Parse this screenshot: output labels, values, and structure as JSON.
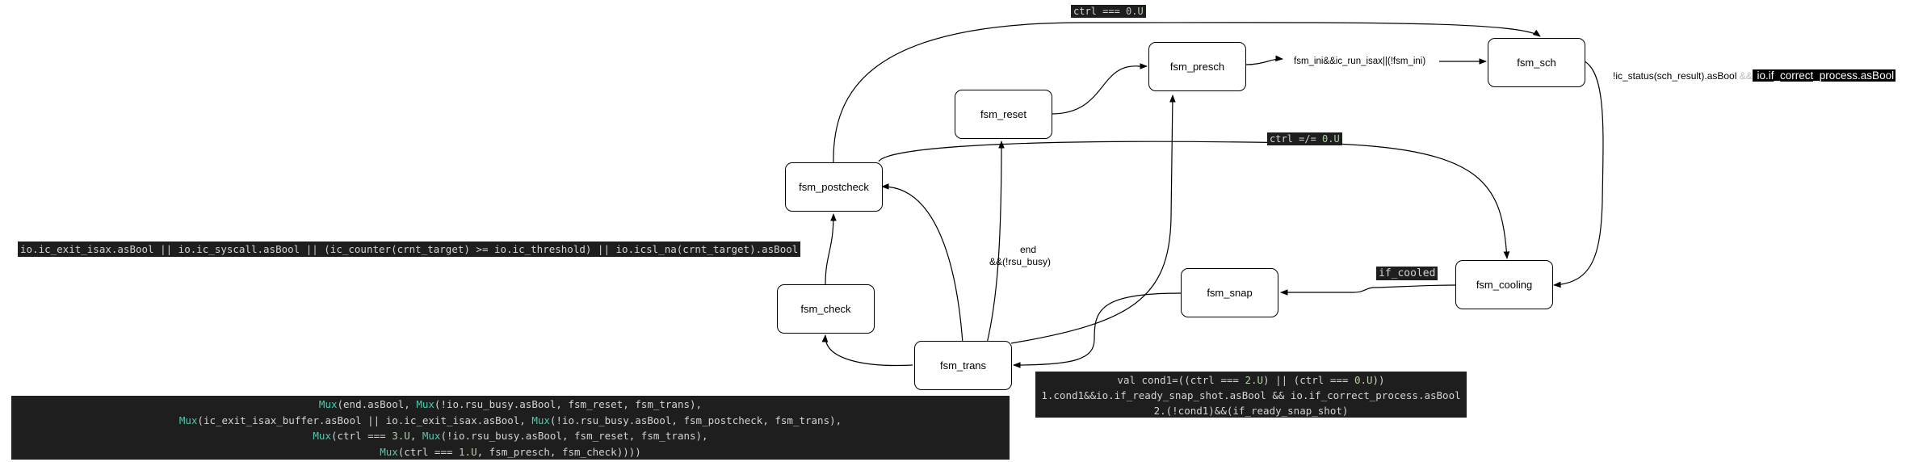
{
  "nodes": {
    "presch": "fsm_presch",
    "sch": "fsm_sch",
    "reset": "fsm_reset",
    "postcheck": "fsm_postcheck",
    "check": "fsm_check",
    "trans": "fsm_trans",
    "snap": "fsm_snap",
    "cooling": "fsm_cooling"
  },
  "edge_labels": {
    "ctrl_eq_0": {
      "pre": "ctrl === ",
      "num": "0.U"
    },
    "ctrl_ne_0": {
      "pre": "ctrl =/= ",
      "num": "0.U"
    },
    "presch_to_sch": "fsm_ini&&ic_run_isax||(!fsm_ini)",
    "sch_status_a": "!ic_status(sch_result).asBool ",
    "sch_status_b": "&&",
    "sch_status_c": " io.if_correct_process.asBool",
    "end_line1": "end",
    "end_line2": "&&(!rsu_busy)",
    "if_cooled": "if_cooled",
    "check_cond": "io.ic_exit_isax.asBool || io.ic_syscall.asBool || (ic_counter(crnt_target) >= io.ic_threshold) || io.icsl_na(crnt_target).asBool"
  },
  "snap_code": {
    "l1_pre": "val cond1=((ctrl === ",
    "l1_n1": "2.U",
    "l1_mid": ") || (ctrl === ",
    "l1_n2": "0.U",
    "l1_post": "))",
    "l2": "1.cond1&&io.if_ready_snap_shot.asBool && io.if_correct_process.asBool",
    "l3": "2.(!cond1)&&(if_ready_snap_shot)"
  },
  "trans_code": {
    "l1_f1": "Mux",
    "l1_a": "(end.asBool, ",
    "l1_f2": "Mux",
    "l1_b": "(!io.rsu_busy.asBool, fsm_reset, fsm_trans),",
    "l2_f1": "Mux",
    "l2_a": "(ic_exit_isax_buffer.asBool || io.ic_exit_isax.asBool, ",
    "l2_f2": "Mux",
    "l2_b": "(!io.rsu_busy.asBool, fsm_postcheck, fsm_trans),",
    "l3_f1": "Mux",
    "l3_a": "(ctrl === ",
    "l3_n": "3.U",
    "l3_b": ", ",
    "l3_f2": "Mux",
    "l3_c": "(!io.rsu_busy.asBool, fsm_reset, fsm_trans),",
    "l4_f1": "Mux",
    "l4_a": "(ctrl === ",
    "l4_n": "1.U",
    "l4_b": ", fsm_presch, fsm_check))))"
  }
}
